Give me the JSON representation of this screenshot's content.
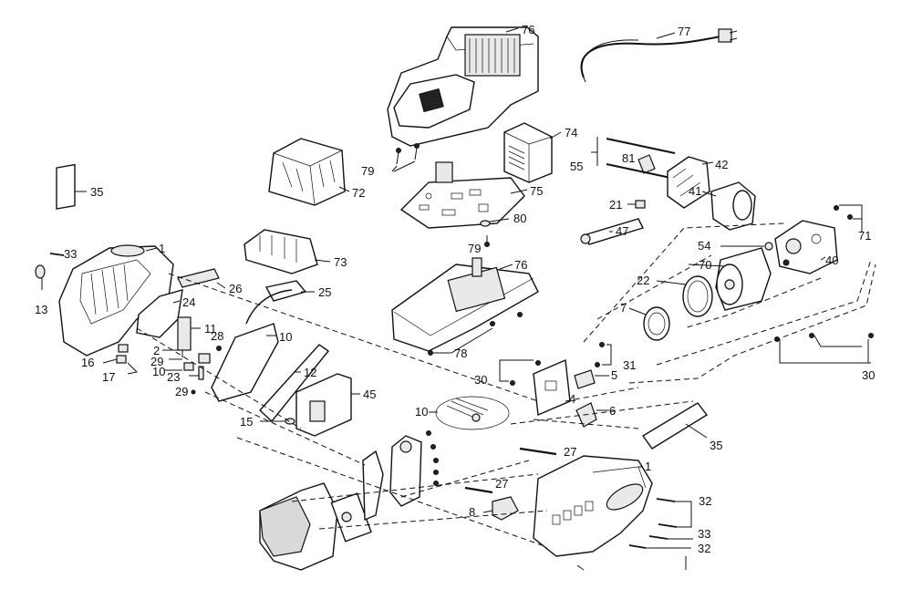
{
  "callouts": [
    {
      "id": "c76a",
      "text": "76"
    },
    {
      "id": "c77",
      "text": "77"
    },
    {
      "id": "c74",
      "text": "74"
    },
    {
      "id": "c81",
      "text": "81"
    },
    {
      "id": "c55",
      "text": "55"
    },
    {
      "id": "c42",
      "text": "42"
    },
    {
      "id": "c79a",
      "text": "79"
    },
    {
      "id": "c72",
      "text": "72"
    },
    {
      "id": "c75",
      "text": "75"
    },
    {
      "id": "c41",
      "text": "41"
    },
    {
      "id": "c35a",
      "text": "35"
    },
    {
      "id": "c21",
      "text": "21"
    },
    {
      "id": "c71",
      "text": "71"
    },
    {
      "id": "c80",
      "text": "80"
    },
    {
      "id": "c47",
      "text": "47"
    },
    {
      "id": "c79b",
      "text": "79"
    },
    {
      "id": "c54",
      "text": "54"
    },
    {
      "id": "c33a",
      "text": "33"
    },
    {
      "id": "c1a",
      "text": "1"
    },
    {
      "id": "c73",
      "text": "73"
    },
    {
      "id": "c40",
      "text": "40"
    },
    {
      "id": "c70",
      "text": "70"
    },
    {
      "id": "c76b",
      "text": "76"
    },
    {
      "id": "c22",
      "text": "22"
    },
    {
      "id": "c26",
      "text": "26"
    },
    {
      "id": "c13",
      "text": "13"
    },
    {
      "id": "c25",
      "text": "25"
    },
    {
      "id": "c24",
      "text": "24"
    },
    {
      "id": "c7",
      "text": "7"
    },
    {
      "id": "c11",
      "text": "11"
    },
    {
      "id": "c10a",
      "text": "10"
    },
    {
      "id": "c2",
      "text": "2"
    },
    {
      "id": "c29a",
      "text": "29"
    },
    {
      "id": "c16",
      "text": "16"
    },
    {
      "id": "c17",
      "text": "17"
    },
    {
      "id": "c10b",
      "text": "10"
    },
    {
      "id": "c28",
      "text": "28"
    },
    {
      "id": "c78",
      "text": "78"
    },
    {
      "id": "c23",
      "text": "23"
    },
    {
      "id": "c12",
      "text": "12"
    },
    {
      "id": "c31",
      "text": "31"
    },
    {
      "id": "c30a",
      "text": "30"
    },
    {
      "id": "c5",
      "text": "5"
    },
    {
      "id": "c30b",
      "text": "30"
    },
    {
      "id": "c29b",
      "text": "29"
    },
    {
      "id": "c45",
      "text": "45"
    },
    {
      "id": "c4",
      "text": "4"
    },
    {
      "id": "c10c",
      "text": "10"
    },
    {
      "id": "c6",
      "text": "6"
    },
    {
      "id": "c15",
      "text": "15"
    },
    {
      "id": "c35b",
      "text": "35"
    },
    {
      "id": "c27a",
      "text": "27"
    },
    {
      "id": "c1b",
      "text": "1"
    },
    {
      "id": "c27b",
      "text": "27"
    },
    {
      "id": "c32a",
      "text": "32"
    },
    {
      "id": "c8",
      "text": "8"
    },
    {
      "id": "c33b",
      "text": "33"
    },
    {
      "id": "c32b",
      "text": "32"
    }
  ]
}
